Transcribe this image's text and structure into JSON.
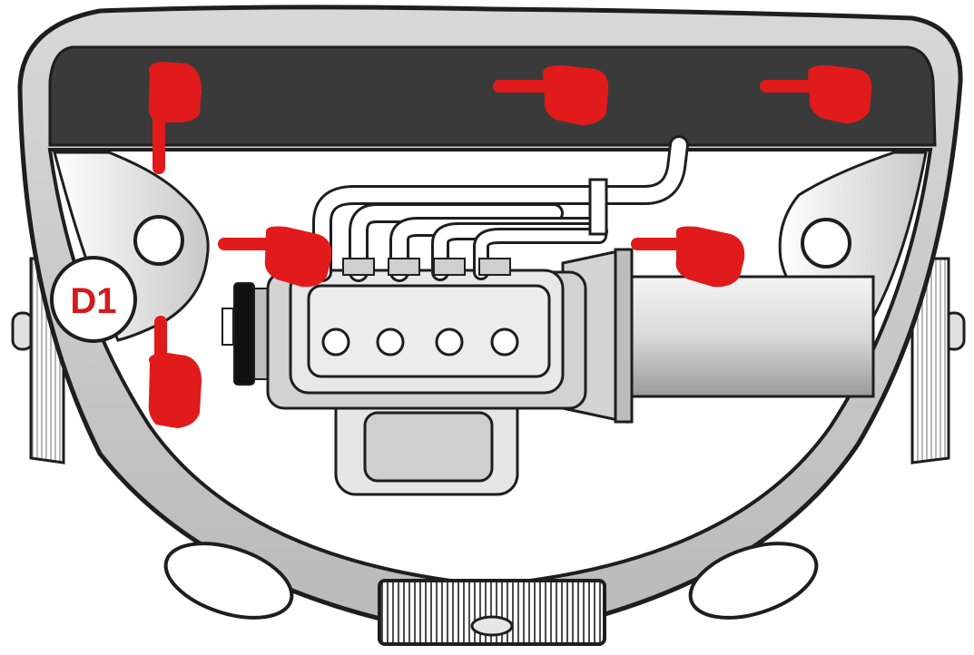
{
  "diagram": {
    "label": "D1",
    "colors": {
      "frame": "#c9c9c9",
      "outline": "#1e1e1e",
      "dark_panel": "#3a3a3a",
      "engine_light": "#e6e6e6",
      "engine_mid": "#cfcfcf",
      "pointer_red": "#e11b1b",
      "label_red": "#d61a1a"
    },
    "pointers": [
      {
        "id": "top-left-vertical",
        "direction": "down"
      },
      {
        "id": "top-middle",
        "direction": "left"
      },
      {
        "id": "top-right",
        "direction": "left"
      },
      {
        "id": "center-left",
        "direction": "left"
      },
      {
        "id": "center-right",
        "direction": "left"
      },
      {
        "id": "bottom-left-vertical",
        "direction": "up"
      }
    ]
  }
}
